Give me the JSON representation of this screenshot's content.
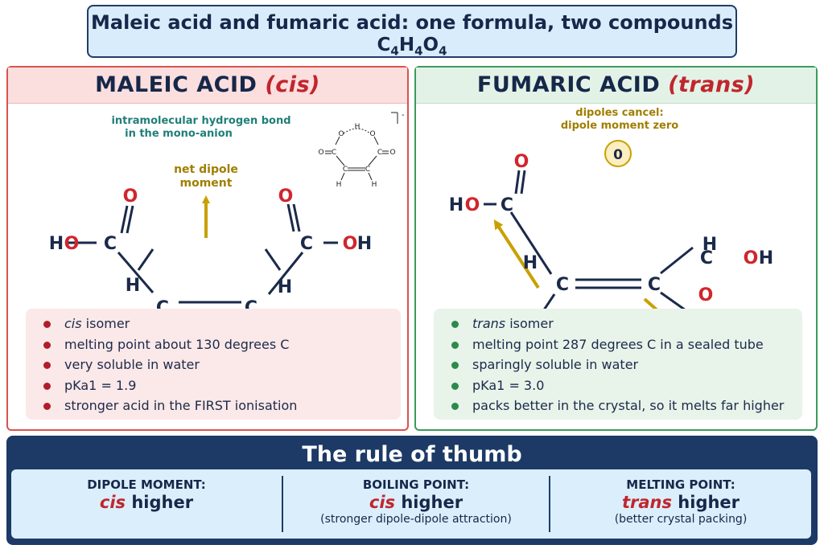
{
  "title": {
    "line1": "Maleic acid and fumaric acid: one formula, two compounds",
    "formula": [
      "C",
      "4",
      "H",
      "4",
      "O",
      "4"
    ]
  },
  "maleic": {
    "heading": "MALEIC ACID",
    "heading_tag": "(cis)",
    "annotation_hbond": [
      "intramolecular hydrogen bond",
      "in the mono-anion"
    ],
    "annotation_dipole": [
      "net dipole",
      "moment"
    ],
    "facts": [
      {
        "em": "cis",
        "text": " isomer"
      },
      {
        "em": "",
        "text": "melting point about 130 degrees C"
      },
      {
        "em": "",
        "text": "very soluble in water"
      },
      {
        "em": "",
        "text": "pKa1 = 1.9"
      },
      {
        "em": "",
        "text": "stronger acid in the FIRST ionisation"
      }
    ]
  },
  "fumaric": {
    "heading": "FUMARIC ACID",
    "heading_tag": "(trans)",
    "annotation_dipole": [
      "dipoles cancel:",
      "dipole moment zero"
    ],
    "dipole_value": "0",
    "facts": [
      {
        "em": "trans",
        "text": " isomer"
      },
      {
        "em": "",
        "text": "melting point 287 degrees C in a sealed tube"
      },
      {
        "em": "",
        "text": "sparingly soluble in water"
      },
      {
        "em": "",
        "text": "pKa1 = 3.0"
      },
      {
        "em": "",
        "text": "packs better in the crystal, so it melts far higher"
      }
    ]
  },
  "atoms": {
    "C": "C",
    "H": "H",
    "O": "O",
    "OH": "OH",
    "HO": "HO"
  },
  "rule": {
    "title": "The rule of thumb",
    "columns": [
      {
        "label": "DIPOLE MOMENT:",
        "em": "cis",
        "value": " higher",
        "note": ""
      },
      {
        "label": "BOILING POINT:",
        "em": "cis",
        "value": " higher",
        "note": "(stronger dipole-dipole attraction)"
      },
      {
        "label": "MELTING POINT:",
        "em": "trans",
        "value": " higher",
        "note": "(better crystal packing)"
      }
    ]
  },
  "colors": {
    "accent_red": "#c0262d",
    "oxygen_red": "#d0262d",
    "arrow_gold": "#c9a000",
    "navy": "#1d3a66",
    "teal_text": "#1f7f78"
  }
}
